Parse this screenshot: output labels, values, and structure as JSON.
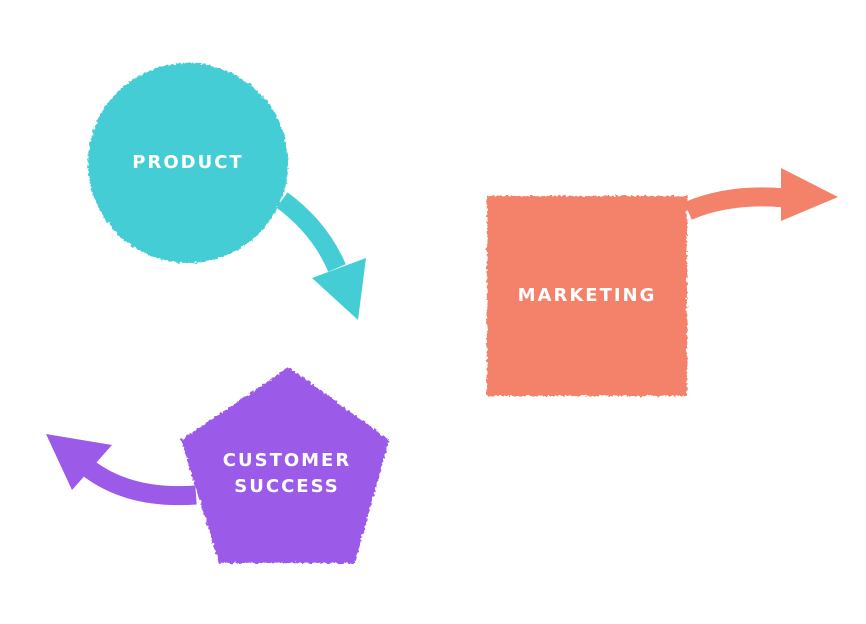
{
  "diagram": {
    "nodes": [
      {
        "id": "product",
        "shape": "circle",
        "label": "PRODUCT",
        "color": "#45CDD6"
      },
      {
        "id": "marketing",
        "shape": "square",
        "label": "MARKETING",
        "color": "#F4826A"
      },
      {
        "id": "customer_success",
        "shape": "pentagon",
        "label_lines": [
          "CUSTOMER",
          "SUCCESS"
        ],
        "color": "#9B5AE8"
      }
    ],
    "arrows": [
      {
        "from": "product",
        "direction": "down-right",
        "color": "#45CDD6"
      },
      {
        "from": "marketing",
        "direction": "right",
        "color": "#F4826A"
      },
      {
        "from": "customer_success",
        "direction": "left",
        "color": "#9B5AE8"
      }
    ]
  }
}
